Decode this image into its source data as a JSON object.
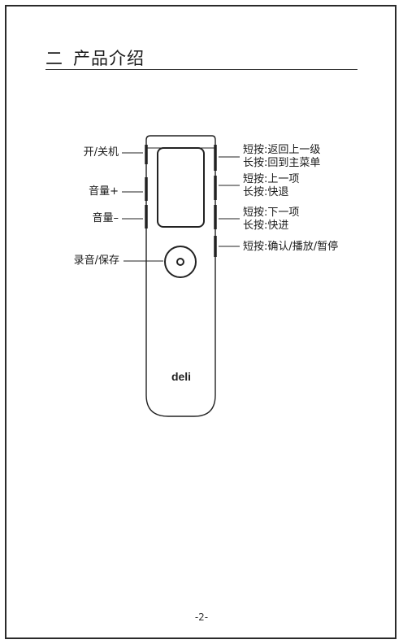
{
  "section": {
    "number": "二",
    "title": "产品介绍"
  },
  "device": {
    "brand": "deli"
  },
  "labels_left": {
    "power": "开/关机",
    "volume_up": "音量+",
    "volume_down": "音量–",
    "record": "录音/保存"
  },
  "labels_right": {
    "btn1_short": "短按:返回上一级",
    "btn1_long": "长按:回到主菜单",
    "btn2_short": "短按:上一项",
    "btn2_long": "长按:快退",
    "btn3_short": "短按:下一项",
    "btn3_long": "长按:快进",
    "btn4_short": "短按:确认/播放/暂停"
  },
  "page_number": "-2-"
}
